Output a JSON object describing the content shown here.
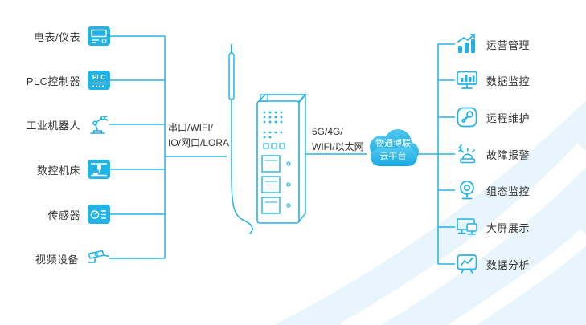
{
  "colors": {
    "accent": "#22b3e6",
    "text": "#333333",
    "watermark": "#e9f5fc"
  },
  "left_devices": [
    {
      "label": "电表/仪表",
      "icon": "meter-icon"
    },
    {
      "label": "PLC控制器",
      "icon": "plc-icon",
      "icon_text": "PLC"
    },
    {
      "label": "工业机器人",
      "icon": "robot-arm-icon"
    },
    {
      "label": "数控机床",
      "icon": "cnc-machine-icon"
    },
    {
      "label": "传感器",
      "icon": "sensor-icon"
    },
    {
      "label": "视频设备",
      "icon": "cctv-camera-icon"
    }
  ],
  "left_link": {
    "line1": "串口/WIFI/",
    "line2": "IO/网口/LORA"
  },
  "right_link": {
    "line1": "5G/4G/",
    "line2": "WIFI/以太网"
  },
  "cloud": {
    "line1": "物通博联",
    "line2": "云平台"
  },
  "right_functions": [
    {
      "label": "运营管理",
      "icon": "growth-chart-icon"
    },
    {
      "label": "数据监控",
      "icon": "monitor-bars-icon"
    },
    {
      "label": "远程维护",
      "icon": "wrench-icon"
    },
    {
      "label": "故障报警",
      "icon": "alarm-beacon-icon"
    },
    {
      "label": "组态监控",
      "icon": "webcam-icon"
    },
    {
      "label": "大屏展示",
      "icon": "dual-screen-icon"
    },
    {
      "label": "数据分析",
      "icon": "line-chart-board-icon"
    }
  ]
}
